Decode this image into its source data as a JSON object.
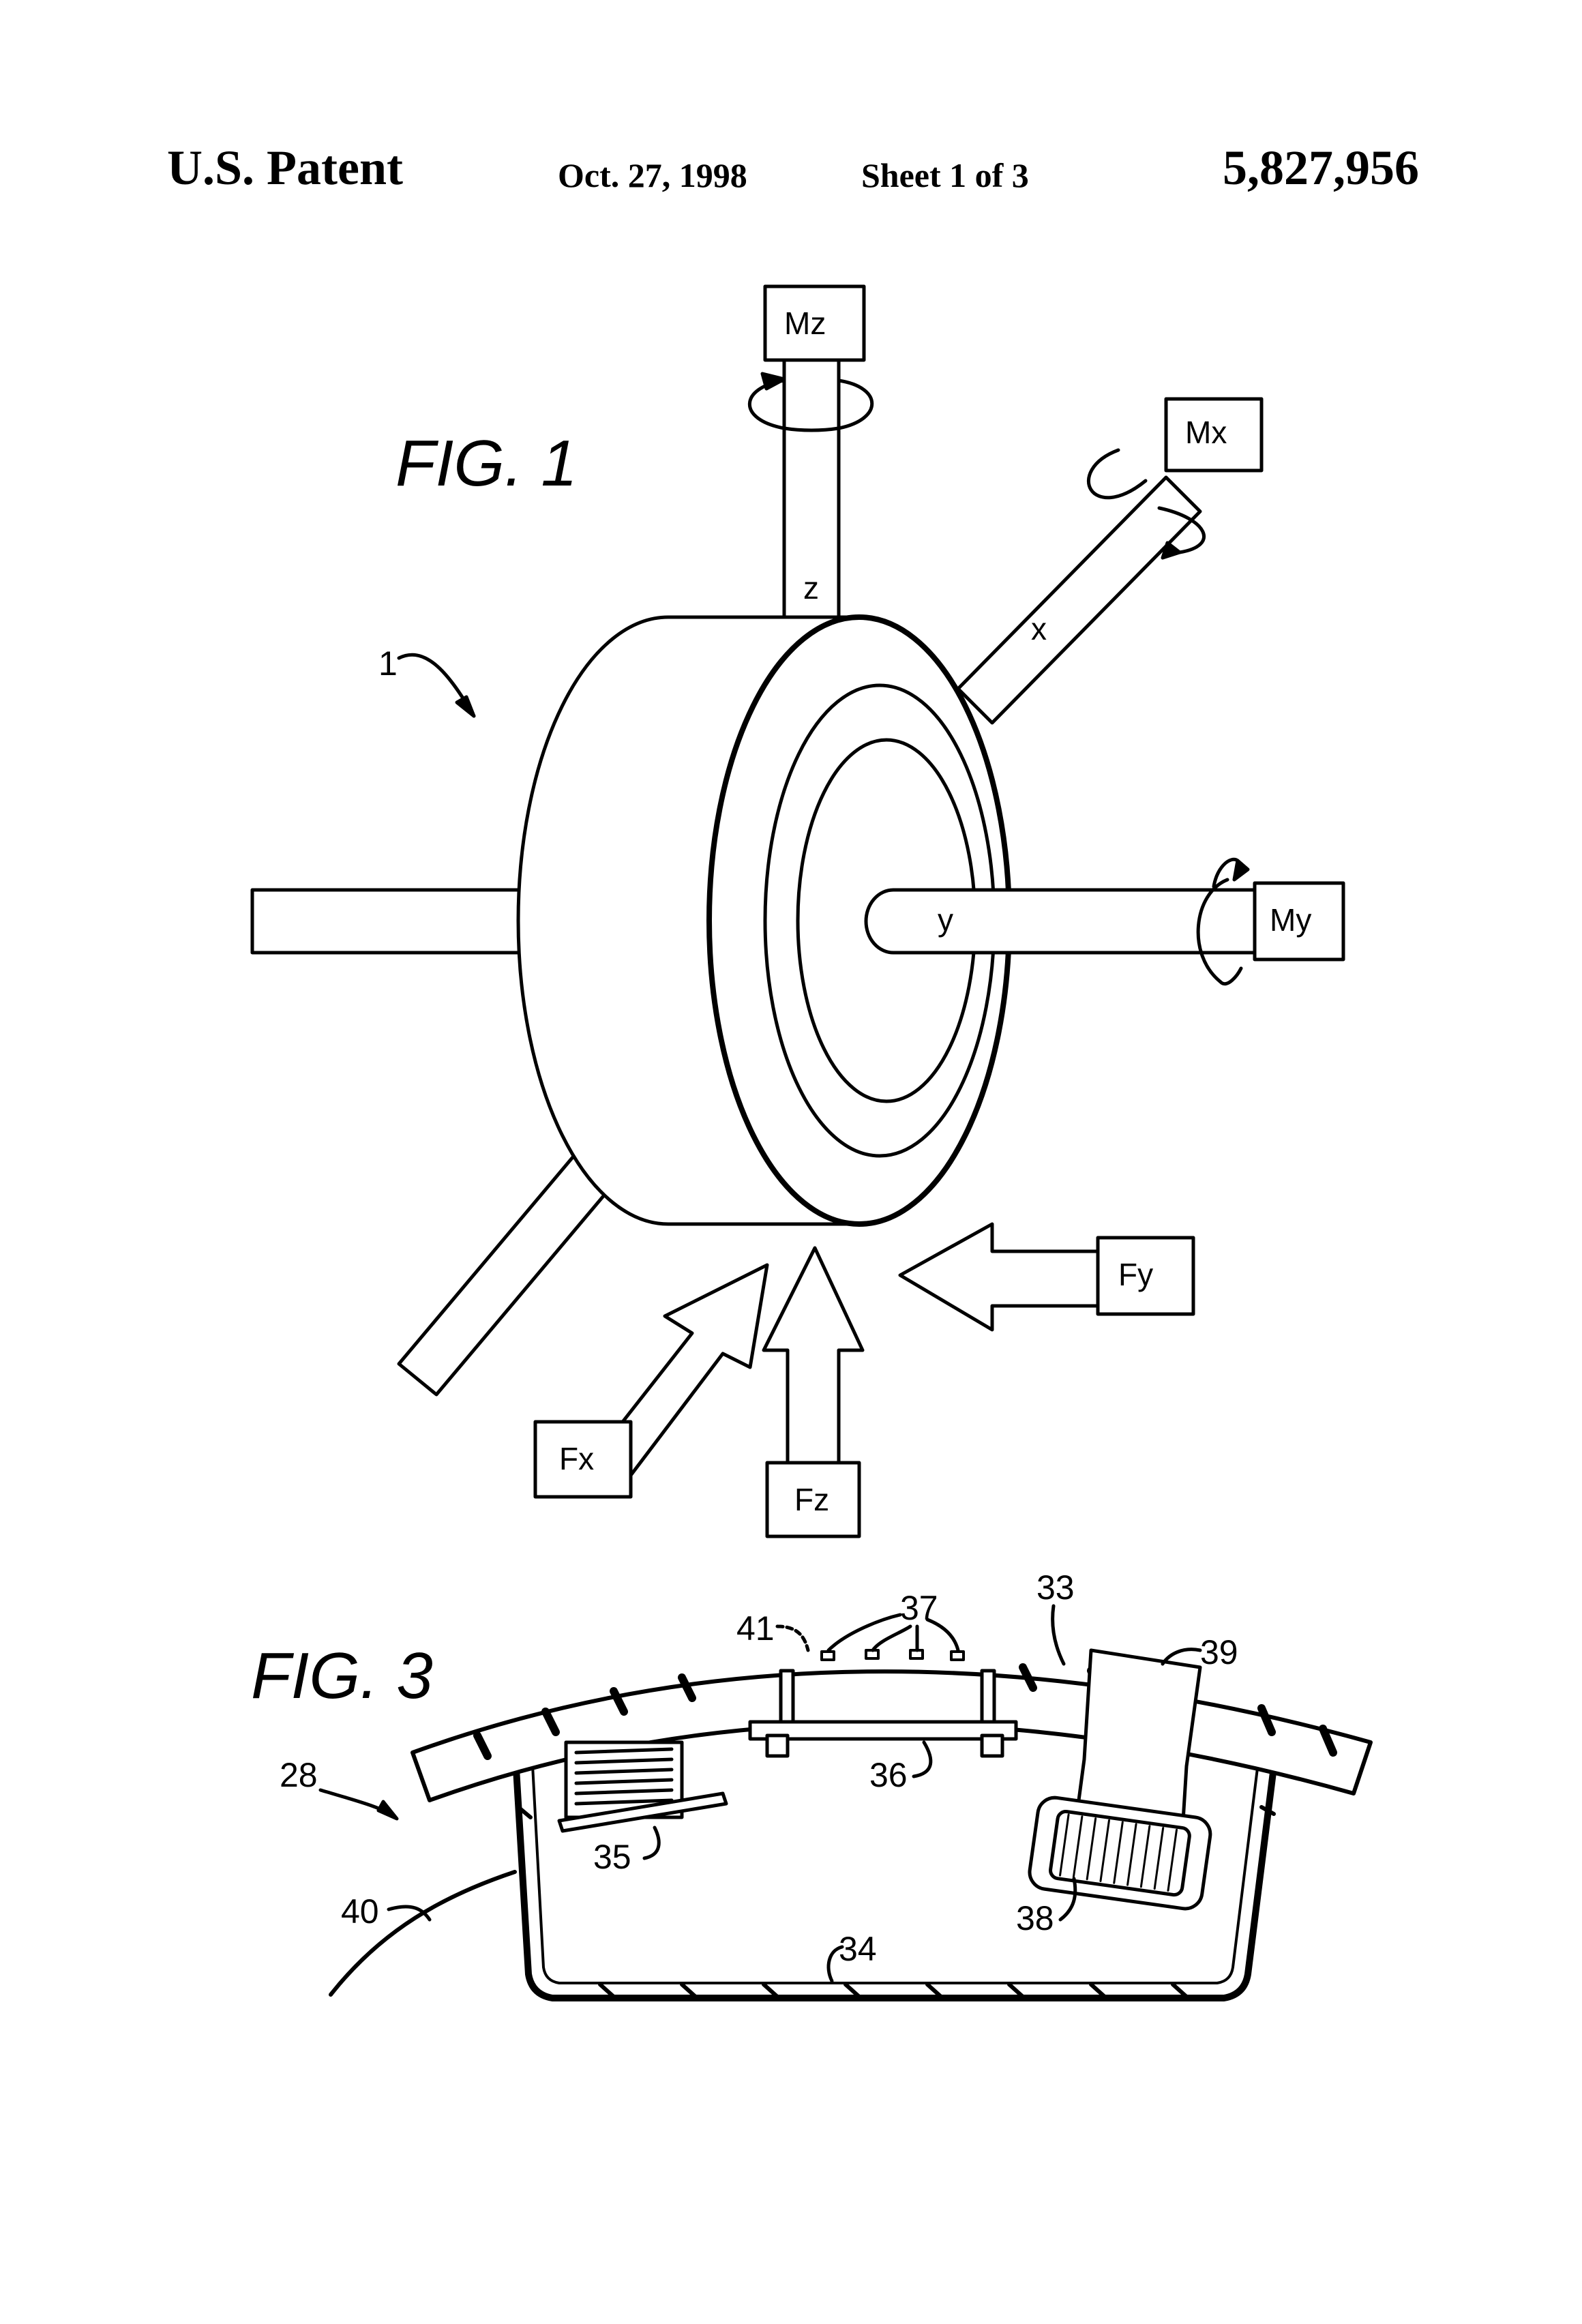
{
  "header": {
    "left": "U.S. Patent",
    "date": "Oct. 27, 1998",
    "sheet": "Sheet 1 of 3",
    "patent_number": "5,827,956"
  },
  "fig1": {
    "title": "FIG. 1",
    "ref_numeral": "1",
    "axis_labels": {
      "z": "z",
      "x": "x",
      "y": "y"
    },
    "moment_labels": {
      "mz": "Mz",
      "mx": "Mx",
      "my": "My"
    },
    "force_labels": {
      "fx": "Fx",
      "fy": "Fy",
      "fz": "Fz"
    }
  },
  "fig3": {
    "title": "FIG. 3",
    "refs": {
      "r28": "28",
      "r33": "33",
      "r34": "34",
      "r35": "35",
      "r36": "36",
      "r37": "37",
      "r38": "38",
      "r39": "39",
      "r40": "40",
      "r41": "41"
    }
  }
}
